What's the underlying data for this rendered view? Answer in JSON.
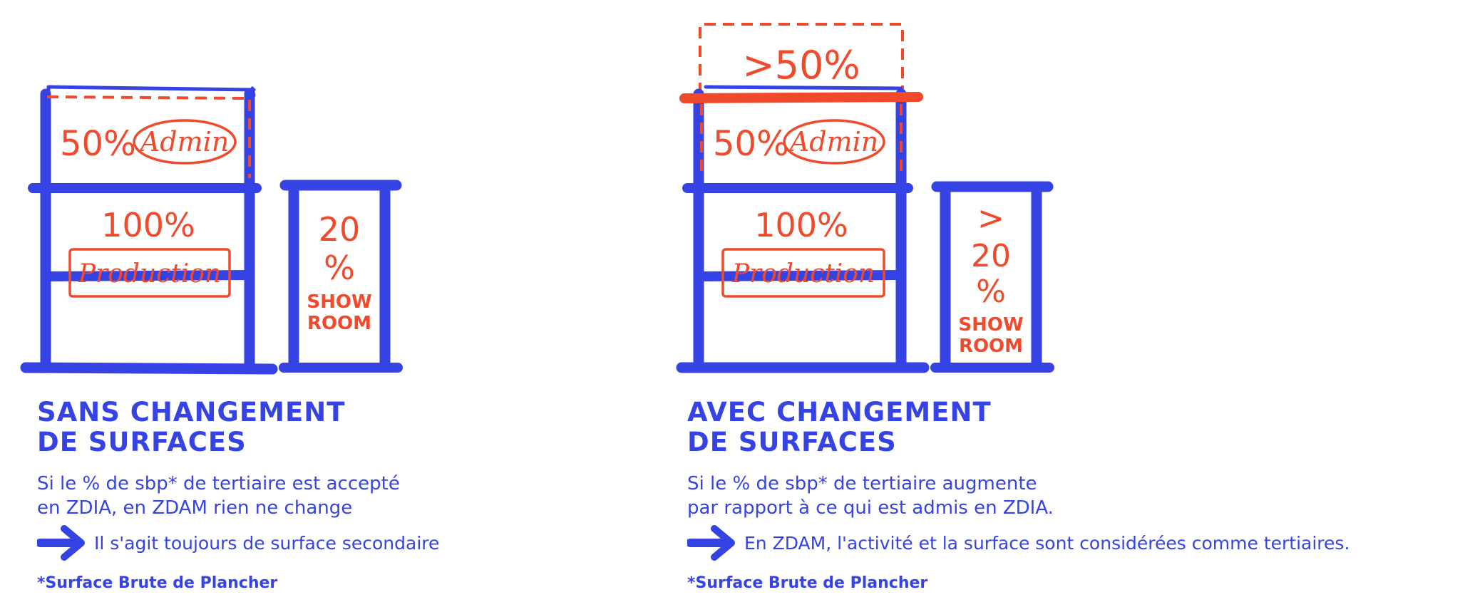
{
  "colors": {
    "blue": "#3543e4",
    "red": "#f0492b",
    "background": "#ffffff"
  },
  "left": {
    "drawing": {
      "admin_pct": "50%",
      "admin_label": "Admin",
      "production_pct": "100%",
      "production_label": "Production",
      "showroom_pct_top": "20",
      "showroom_pct_sign": "%",
      "showroom_label_1": "SHOW",
      "showroom_label_2": "ROOM"
    },
    "heading_line1": "SANS CHANGEMENT",
    "heading_line2": "DE SURFACES",
    "desc_line1": "Si le % de sbp* de tertiaire est accepté",
    "desc_line2": "en ZDIA, en ZDAM rien ne change",
    "arrow_icon": "right-arrow-icon",
    "arrow_text": "Il s'agit toujours de surface secondaire",
    "footnote": "*Surface Brute de Plancher"
  },
  "right": {
    "drawing": {
      "extension_pct": ">50%",
      "admin_pct": "50%",
      "admin_label": "Admin",
      "production_pct": "100%",
      "production_label": "Production",
      "showroom_gt": ">",
      "showroom_pct_top": "20",
      "showroom_pct_sign": "%",
      "showroom_label_1": "SHOW",
      "showroom_label_2": "ROOM"
    },
    "heading_line1": "AVEC CHANGEMENT",
    "heading_line2": "DE SURFACES",
    "desc_line1": "Si le % de sbp* de tertiaire augmente",
    "desc_line2": "par rapport à ce qui est admis en ZDIA.",
    "arrow_icon": "right-arrow-icon",
    "arrow_text": "En ZDAM, l'activité et la surface sont considérées comme tertiaires.",
    "footnote": "*Surface Brute de Plancher"
  }
}
